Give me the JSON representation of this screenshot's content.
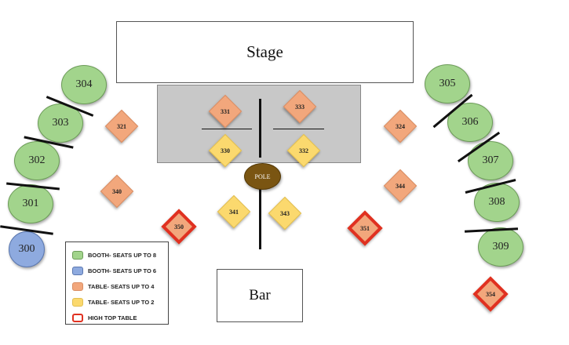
{
  "stage_label": "Stage",
  "bar_label": "Bar",
  "pole_label": "POLE",
  "colors": {
    "booth8": "#a2d48c",
    "booth6": "#8eaadf",
    "table4": "#f2a77c",
    "table2": "#fbd96e",
    "high_top_border": "#e03121",
    "dance_floor": "#c8c8c8",
    "pole": "#7a5512"
  },
  "booths": [
    "304",
    "303",
    "302",
    "301",
    "300",
    "305",
    "306",
    "307",
    "308",
    "309"
  ],
  "tables": [
    "331",
    "333",
    "330",
    "332",
    "321",
    "340",
    "341",
    "343",
    "324",
    "344",
    "350",
    "351",
    "354"
  ],
  "legend": [
    {
      "label": "BOOTH- SEATS UP TO 8"
    },
    {
      "label": "BOOTH- SEATS UP TO 6"
    },
    {
      "label": "TABLE- SEATS UP TO 4"
    },
    {
      "label": "TABLE- SEATS UP TO 2"
    },
    {
      "label": "HIGH TOP TABLE"
    }
  ]
}
